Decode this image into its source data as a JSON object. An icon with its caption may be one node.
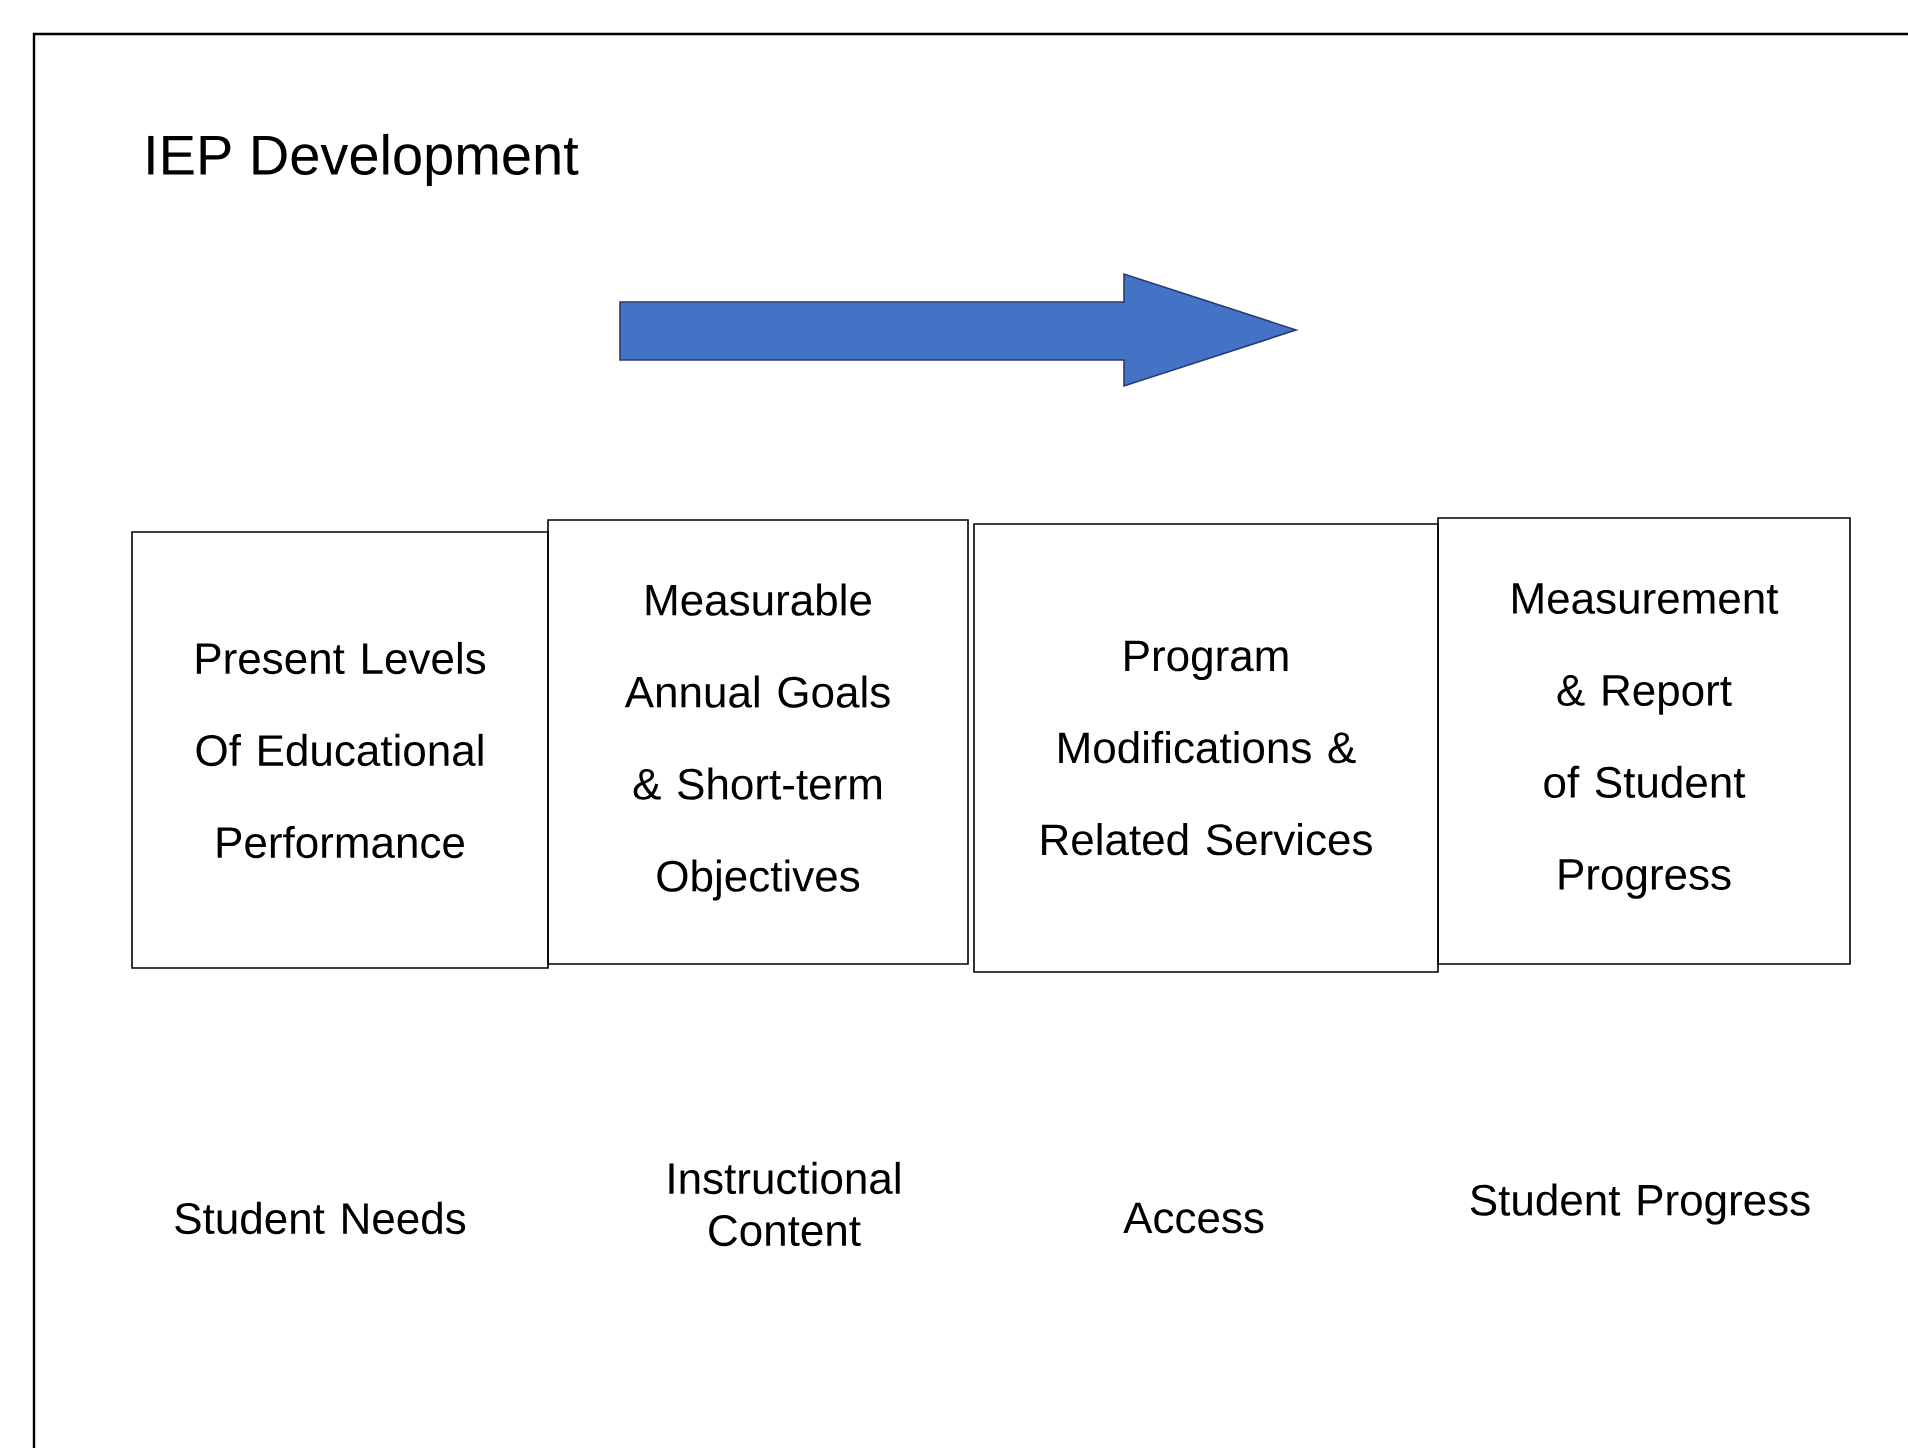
{
  "diagram": {
    "title": "IEP Development",
    "nodes": [
      {
        "text": [
          "Present Levels Of Educational Performance"
        ]
      },
      {
        "text": [
          "Measurable Annual Goals & Short-term Objectives"
        ]
      },
      {
        "text": [
          "Program Modifications & Related Services"
        ]
      },
      {
        "text": [
          "Measurement & Report of Student Progress"
        ]
      }
    ],
    "edges": [],
    "labels": [
      "Student Needs",
      "Instructional Content",
      "Access",
      "Student Progress"
    ]
  }
}
